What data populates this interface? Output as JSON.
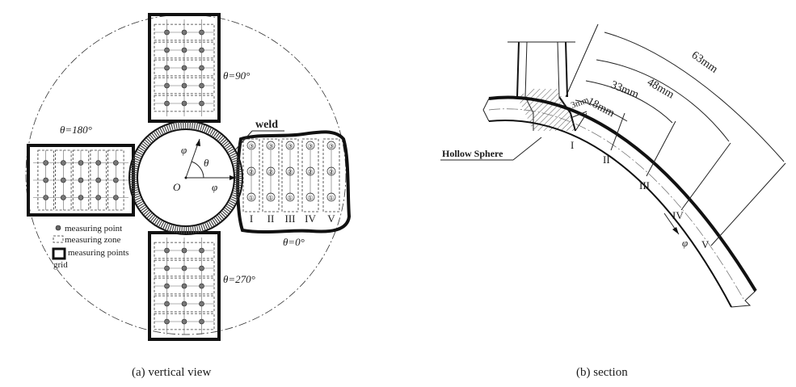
{
  "panel_a": {
    "caption": "(a) vertical view",
    "weld_label": "weld",
    "theta_top": "θ=90°",
    "theta_left": "θ=180°",
    "theta_right": "θ=0°",
    "theta_bottom": "θ=270°",
    "center_label": "O",
    "phi_label": "φ",
    "theta_label": "θ",
    "zones": [
      "I",
      "II",
      "III",
      "IV",
      "V"
    ],
    "point_marks": [
      "③",
      "②",
      "①"
    ],
    "legend": {
      "point": "measuring point",
      "zone": "measuring zone",
      "grid_line1": "measuring points",
      "grid_line2": "grid"
    }
  },
  "panel_b": {
    "caption": "(b) section",
    "hollow_label": "Hollow Sphere",
    "dims": [
      "3mm",
      "18mm",
      "33mm",
      "48mm",
      "63mm"
    ],
    "zones": [
      "I",
      "II",
      "III",
      "IV",
      "V"
    ],
    "phi_label": "φ"
  }
}
